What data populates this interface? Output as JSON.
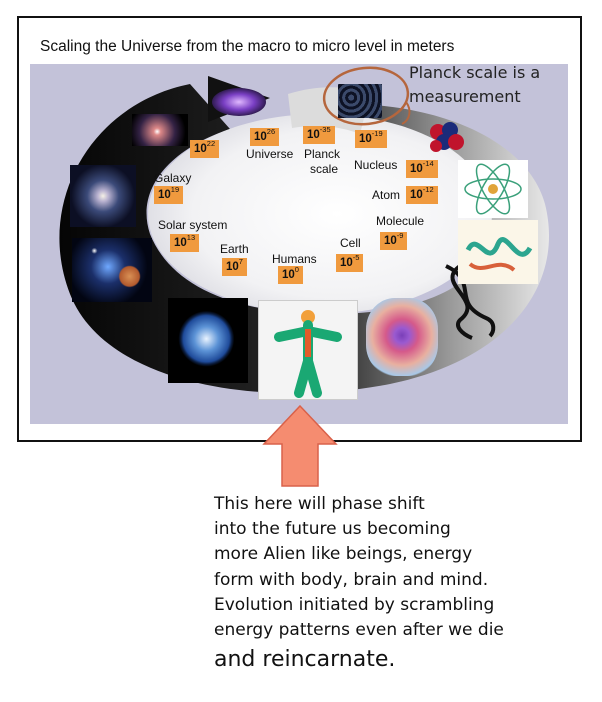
{
  "diagram": {
    "title": "Scaling the Universe from the macro to micro level in meters",
    "annotation_lines": [
      "Planck scale is a",
      "measurement"
    ],
    "scale_items": [
      {
        "key": "universe",
        "label": "Universe",
        "base": "10",
        "exp": "26"
      },
      {
        "key": "planck",
        "label_lines": [
          "Planck",
          "scale"
        ],
        "base": "10",
        "exp": "-35"
      },
      {
        "key": "nucleus",
        "label": "Nucleus",
        "base": "10",
        "exp": "-14"
      },
      {
        "key": "atom",
        "label": "Atom",
        "base": "10",
        "exp": "-12"
      },
      {
        "key": "molecule",
        "label": "Molecule",
        "base": "10",
        "exp": "-9"
      },
      {
        "key": "cell",
        "label": "Cell",
        "base": "10",
        "exp": "-5"
      },
      {
        "key": "humans",
        "label": "Humans",
        "base": "10",
        "exp": "0"
      },
      {
        "key": "earth",
        "label": "Earth",
        "base": "10",
        "exp": "7"
      },
      {
        "key": "solar",
        "label": "Solar system",
        "base": "10",
        "exp": "13"
      },
      {
        "key": "galaxy",
        "label": "Galaxy",
        "base": "10",
        "exp": "19"
      }
    ],
    "unlabeled_values": [
      {
        "key": "v22",
        "base": "10",
        "exp": "22"
      },
      {
        "key": "v19",
        "base": "10",
        "exp": "-19"
      }
    ]
  },
  "caption_lines": [
    "This here will phase shift",
    "into the future us becoming",
    "more Alien like beings, energy",
    "form with body, brain and mind.",
    "Evolution initiated by scrambling",
    "energy patterns even after we die",
    "and reincarnate."
  ],
  "colors": {
    "value_box": "#f09a3e",
    "arrow": "#f58c70",
    "panel": "#c3c2d9",
    "circle_annotation": "#b5663d"
  }
}
